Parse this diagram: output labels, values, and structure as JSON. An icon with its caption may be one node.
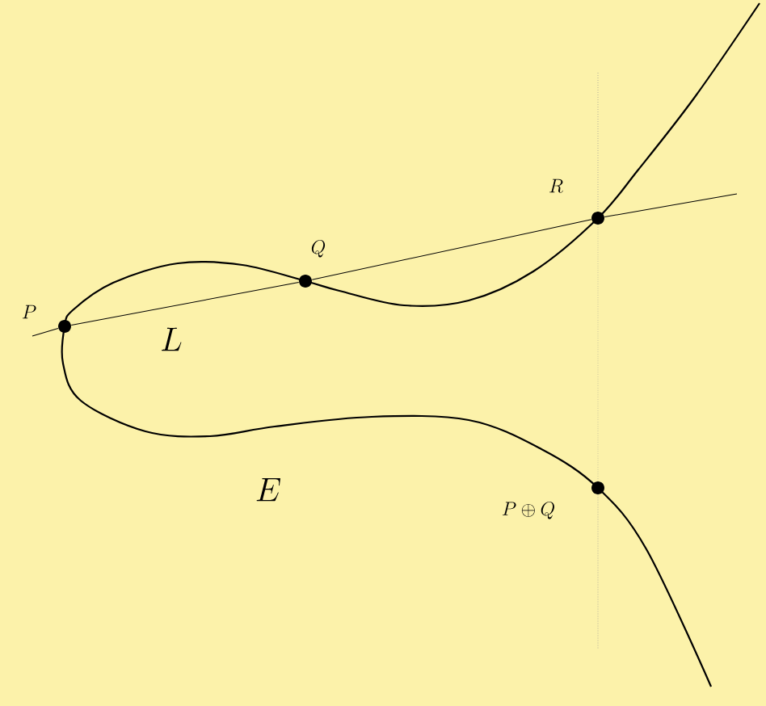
{
  "diagram": {
    "nodes": [
      {
        "text": [],
        "shape": "circle",
        "beside": [
          "P"
        ]
      },
      {
        "text": [],
        "shape": "circle",
        "beside": [
          "Q"
        ]
      },
      {
        "text": [],
        "shape": "circle",
        "beside": [
          "R"
        ]
      },
      {
        "text": [],
        "shape": "circle",
        "beside": [
          "P \\oplus Q"
        ]
      }
    ],
    "edges": [
      {
        "from": 0,
        "to": 1,
        "arrow": "none"
      },
      {
        "from": 1,
        "to": 2,
        "arrow": "none"
      },
      {
        "from": 2,
        "to": 3,
        "arrow": "none",
        "style": "dashed",
        "color": "#b4b09a"
      }
    ],
    "labels": [
      "L",
      "E"
    ]
  }
}
